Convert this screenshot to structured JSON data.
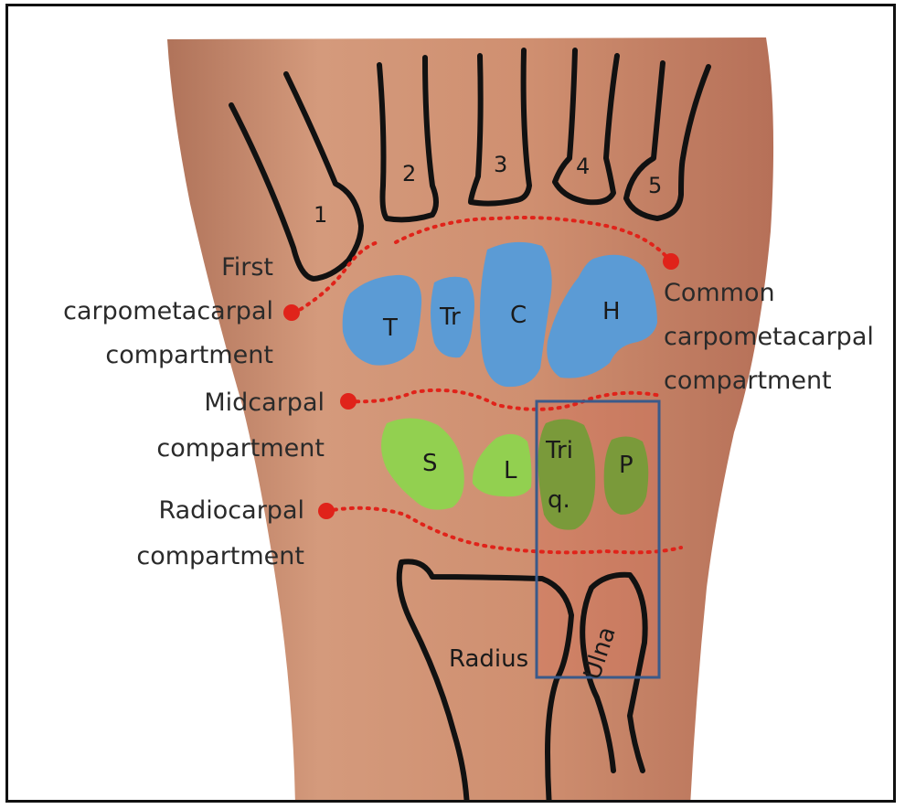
{
  "metacarpals": [
    "1",
    "2",
    "3",
    "4",
    "5"
  ],
  "distal_carpals": {
    "trapezium": "T",
    "trapezoid": "Tr",
    "capitate": "C",
    "hamate": "H"
  },
  "proximal_carpals": {
    "scaphoid": "S",
    "lunate": "L",
    "triquetrum_line1": "Tri",
    "triquetrum_line2": "q.",
    "pisiform": "P"
  },
  "forearm": {
    "radius": "Radius",
    "ulna": "Ulna"
  },
  "compartments": {
    "first_cmc": [
      "First",
      "carpometacarpal",
      "compartment"
    ],
    "common_cmc": [
      "Common",
      "carpometacarpal",
      "compartment"
    ],
    "midcarpal": [
      "Midcarpal",
      "compartment"
    ],
    "radiocarpal": [
      "Radiocarpal",
      "compartment"
    ]
  },
  "colors": {
    "skin": "#c98a6a",
    "distal_carpal_fill": "#5b9bd5",
    "proximal_carpal_fill": "#92d050",
    "joint_line": "#e0231a",
    "highlight_box": "#3a5a8a"
  }
}
